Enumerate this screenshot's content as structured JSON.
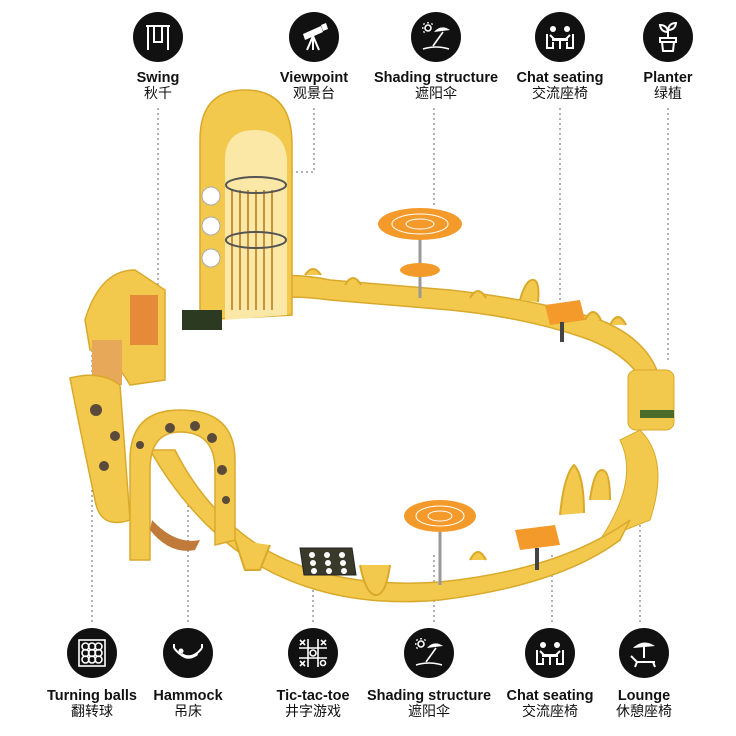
{
  "top_labels": [
    {
      "en": "Swing",
      "zh": "秋千",
      "icon": "swing-icon"
    },
    {
      "en": "Viewpoint",
      "zh": "观景台",
      "icon": "telescope-icon"
    },
    {
      "en": "Shading structure",
      "zh": "遮阳伞",
      "icon": "beach-umbrella-icon"
    },
    {
      "en": "Chat seating",
      "zh": "交流座椅",
      "icon": "chat-seating-icon"
    },
    {
      "en": "Planter",
      "zh": "绿植",
      "icon": "plant-pot-icon"
    }
  ],
  "bottom_labels": [
    {
      "en": "Turning balls",
      "zh": "翻转球",
      "icon": "turning-balls-icon"
    },
    {
      "en": "Hammock",
      "zh": "吊床",
      "icon": "hammock-icon"
    },
    {
      "en": "Tic-tac-toe",
      "zh": "井字游戏",
      "icon": "tic-tac-toe-icon"
    },
    {
      "en": "Shading structure",
      "zh": "遮阳伞",
      "icon": "beach-umbrella-icon"
    },
    {
      "en": "Chat seating",
      "zh": "交流座椅",
      "icon": "chat-seating-icon"
    },
    {
      "en": "Lounge",
      "zh": "休憩座椅",
      "icon": "lounge-chair-icon"
    }
  ],
  "colors": {
    "structure": "#f2c94c",
    "structure_shade": "#d9a92c",
    "accent_orange": "#f39a2b",
    "icon_bg": "#111111"
  }
}
